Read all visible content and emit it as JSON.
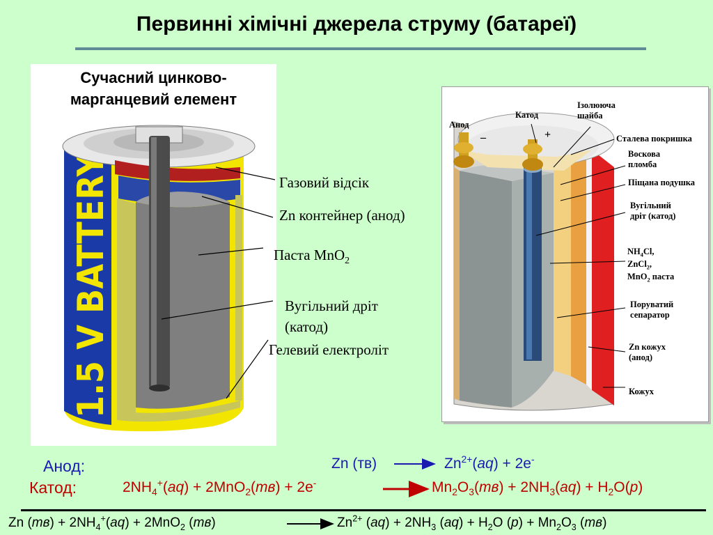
{
  "title": "Первинні хімічні джерела струму (батареї)",
  "left": {
    "heading_line1": "Сучасний цинково-",
    "heading_line2": "марганцевий елемент",
    "battery_text": "1.5 V BATTERY",
    "labels": {
      "gas": "Газовий відсік",
      "zn_container": "Zn контейнер (анод)",
      "paste_prefix": "Паста MnO",
      "paste_sub": "2",
      "carbon_line1": "Вугільний  дріт",
      "carbon_line2": "(катод)",
      "gel": "Гелевий електроліт"
    }
  },
  "right": {
    "labels": {
      "anode": "Анод",
      "cathode": "Катод",
      "minus": "–",
      "plus": "+",
      "washer_line1": "Ізолююча",
      "washer_line2": "шайба",
      "steel_cap": "Сталева покришка",
      "wax_line1": "Воскова",
      "wax_line2": "пломба",
      "sand": "Піщана подушка",
      "carbon_line1": "Вугільний",
      "carbon_line2": "дріт (катод)",
      "paste_nh4": "NH",
      "paste_nh4_sub": "4",
      "paste_nh4_rest": "Cl,",
      "paste_zncl": "ZnCl",
      "paste_zncl_sub": "2",
      "paste_zncl_rest": ",",
      "paste_mno": "MnO",
      "paste_mno_sub": "2",
      "paste_mno_rest": " паста",
      "separator_line1": "Поруватий",
      "separator_line2": "сепаратор",
      "zn_line1": "Zn  кожух",
      "zn_line2": "(анод)",
      "casing": "Кожух"
    }
  },
  "equations": {
    "anode_label": "Анод:",
    "cathode_label": "Катод:",
    "anode_lhs": "Zn (тв)",
    "anode_rhs": {
      "a": "Zn",
      "b": "2+",
      "c": "(",
      "d": "aq",
      "e": ") + 2e",
      "f": "-"
    },
    "cathode_lhs": {
      "a": "2NH",
      "b": "4",
      "c": "+",
      "d": "(",
      "e": "aq",
      "f": ") + 2MnO",
      "g": "2",
      "h": "(",
      "i": "тв",
      "j": ") + 2e",
      "k": "-"
    },
    "cathode_rhs": {
      "a": "Mn",
      "b": "2",
      "c": "O",
      "d": "3",
      "e": "(",
      "f": "тв",
      "g": ") + 2NH",
      "h": "3",
      "i": "(",
      "j": "aq",
      "k": ") + H",
      "l": "2",
      "m": "O(",
      "n": "р",
      "o": ")"
    },
    "net_lhs": {
      "a": "Zn (",
      "b": "тв",
      "c": ") + 2NH",
      "d": "4",
      "e": "+",
      "f": "(",
      "g": "aq",
      "h": ") + 2MnO",
      "i": "2",
      "j": " (",
      "k": "тв",
      "l": ")"
    },
    "net_rhs": {
      "a": "Zn",
      "b": "2+",
      "c": " (",
      "d": "aq",
      "e": ") + 2NH",
      "f": "3",
      "g": " (",
      "h": "aq",
      "i": ") + H",
      "j": "2",
      "k": "O (",
      "l": "р",
      "m": ") + Mn",
      "n": "2",
      "o": "O",
      "p": "3",
      "q": " (",
      "r": "тв",
      "s": ")"
    }
  },
  "colors": {
    "background": "#ccffcc",
    "anode_text": "#1a1ab0",
    "cathode_text": "#c00000",
    "battery_yellow": "#f2e600",
    "battery_blue": "#1a3aa8"
  }
}
